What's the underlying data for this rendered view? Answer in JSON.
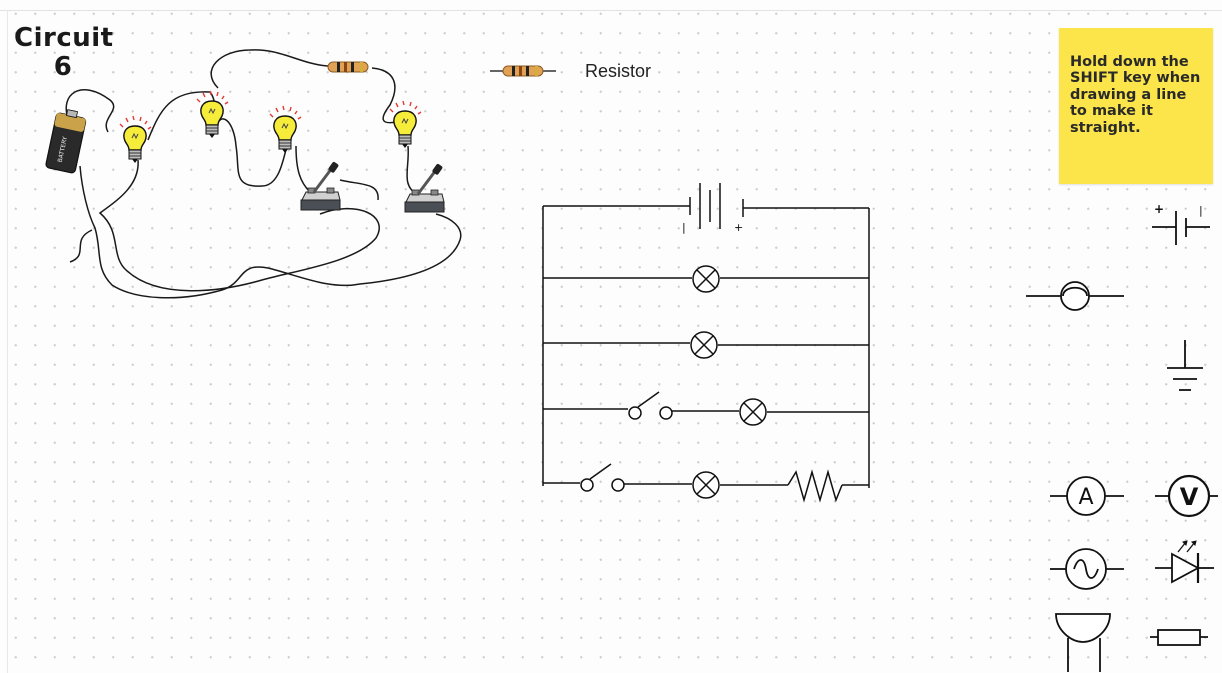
{
  "board": {
    "title": "Circuit\n6",
    "resistor_label": "Resistor",
    "sticky_note": "Hold down the SHIFT key when drawing a line to make it straight."
  },
  "diagram_marks": {
    "battery_polarity": [
      "|",
      "+"
    ]
  },
  "symbol_palette": {
    "battery_polarity": [
      "+",
      "|"
    ],
    "ammeter": "A",
    "voltmeter": "V"
  },
  "colors": {
    "sticky_note": "#fbe54a",
    "bulb_glass": "#f6ec3a",
    "bulb_rays": "#e53935",
    "resistor_body": "#e2a255",
    "battery_body": "#2a2a2a",
    "battery_cap": "#c9a24a"
  }
}
